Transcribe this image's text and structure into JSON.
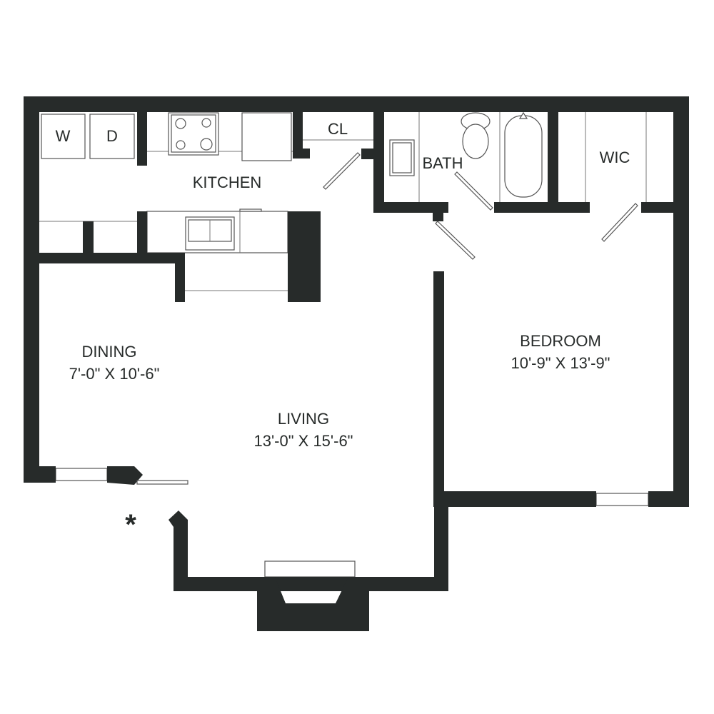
{
  "colors": {
    "wall": "#272b2a",
    "background": "#ffffff"
  },
  "rooms": {
    "kitchen": {
      "label": "KITCHEN"
    },
    "closet": {
      "label": "CL"
    },
    "bath": {
      "label": "BATH"
    },
    "wic": {
      "label": "WIC"
    },
    "bedroom": {
      "label": "BEDROOM",
      "dimensions": "10'-9\" X 13'-9\""
    },
    "dining": {
      "label": "DINING",
      "dimensions": "7'-0\" X 10'-6\""
    },
    "living": {
      "label": "LIVING",
      "dimensions": "13'-0\" X 15'-6\""
    }
  },
  "appliances": {
    "washer": "W",
    "dryer": "D"
  },
  "marker": "*"
}
